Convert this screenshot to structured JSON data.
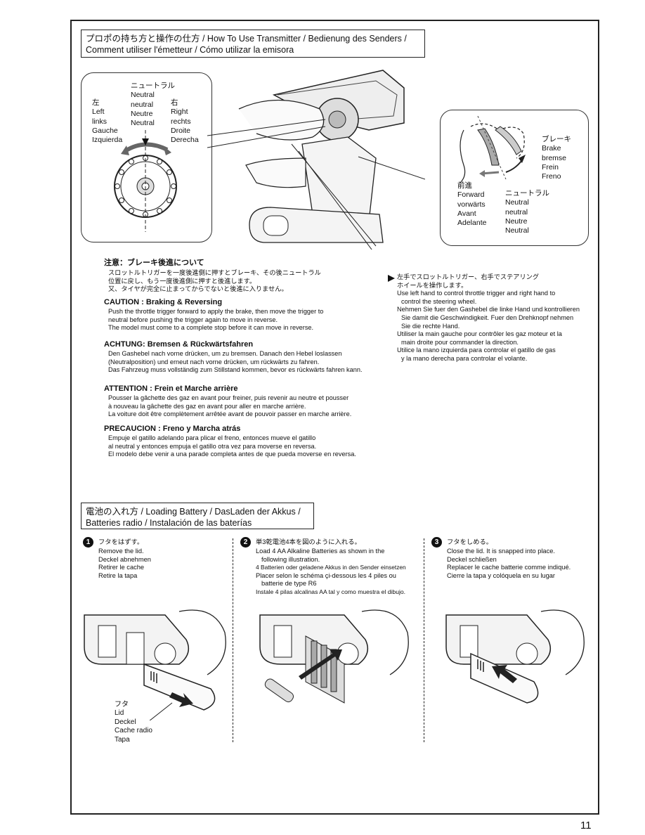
{
  "section1": {
    "title_line1": "プロポの持ち方と操作の仕方 /  How To Use Transmitter / Bedienung des Senders /",
    "title_line2": "Comment utiliser l'émetteur / Cómo utilizar la emisora"
  },
  "wheel_diagram": {
    "neutral": [
      "ニュートラル",
      "Neutral",
      "neutral",
      "Neutre",
      "Neutral"
    ],
    "left": [
      "左",
      "Left",
      "links",
      "Gauche",
      "Izquierda"
    ],
    "right": [
      "右",
      "Right",
      "rechts",
      "Droite",
      "Derecha"
    ]
  },
  "trigger_diagram": {
    "brake": [
      "ブレーキ",
      "Brake",
      "bremse",
      "Frein",
      "Freno"
    ],
    "forward": [
      "前進",
      "Forward",
      "vorwärts",
      "Avant",
      "Adelante"
    ],
    "neutral": [
      "ニュートラル",
      "Neutral",
      "neutral",
      "Neutre",
      "Neutral"
    ]
  },
  "hand_note": [
    "左手でスロットルトリガー、右手でステアリング",
    "ホイールを操作します。",
    "Use left hand to control throttle trigger and right hand to",
    "control the steering wheel.",
    "Nehmen Sie fuer den Gashebel die linke Hand und kontrollieren",
    "Sie damit die Geschwindigkeit. Fuer den Drehknopf nehmen",
    "Sie die rechte Hand.",
    "Utiliser la main gauche pour contrôler les gaz moteur et la",
    "main droite pour commander la direction.",
    "Utilice la mano izquierda para controlar el gatillo de gas",
    "y la mano derecha para controlar el volante."
  ],
  "cautions": [
    {
      "heading": "注意：ブレーキ後進について",
      "lines": [
        "スロットルトリガーを一度後進側に押すとブレーキ、その後ニュートラル",
        "位置に戻し、もう一度後進側に押すと後進します。",
        "又、タイヤが完全に止まってからでないと後進に入りません。"
      ]
    },
    {
      "heading": "CAUTION : Braking & Reversing",
      "lines": [
        "Push the throttle trigger forward to apply the brake, then move the trigger to",
        "neutral before pushing the trigger again to move in reverse.",
        "The model must come to a complete stop before it can move in reverse."
      ]
    },
    {
      "heading": "ACHTUNG: Bremsen & Rückwärtsfahren",
      "lines": [
        "Den Gashebel nach vorne drücken, um zu bremsen. Danach den Hebel loslassen",
        "(Neutralposition) und erneut nach vorne drücken, um rückwärts zu fahren.",
        "Das Fahrzeug muss vollständig zum Stillstand kommen, bevor es rückwärts fahren kann."
      ]
    },
    {
      "heading": "ATTENTION : Frein et Marche arrière",
      "lines": [
        "Pousser la gâchette des gaz en avant pour freiner, puis revenir au neutre et pousser",
        "à nouveau la gâchette des gaz en avant pour aller en marche arrière.",
        "La voiture doit être complètement arrêtée avant de pouvoir passer en marche arrière."
      ]
    },
    {
      "heading": "PRECAUCION : Freno y Marcha atrás",
      "lines": [
        "Empuje el gatillo adelando para plicar el freno, entonces mueve el gatillo",
        "al neutral y entonces empuja el gatillo otra vez para moverse en reversa.",
        "El modelo debe venir a una parade completa antes de que pueda moverse en reversa."
      ]
    }
  ],
  "section2": {
    "title_line1": "電池の入れ方 /  Loading Battery / DasLaden der Akkus /",
    "title_line2": "Batteries radio / Instalación de las baterías"
  },
  "steps": [
    {
      "number": "1",
      "lines": [
        "フタをはずす。",
        "Remove the lid.",
        "Deckel abnehmen",
        "Retirer le cache",
        "Retire la tapa"
      ]
    },
    {
      "number": "2",
      "lines": [
        "単3乾電池4本を図のように入れる。",
        "Load 4 AA Alkaline Batteries as shown in the",
        "following illustration.",
        "4 Batterien oder geladene Akkus in den Sender einsetzen",
        "Placer selon le schéma çi-dessous les 4 piles ou",
        "batterie de type R6",
        "Instale 4 pilas  alcalinas AA tal y como muestra el dibujo."
      ]
    },
    {
      "number": "3",
      "lines": [
        "フタをしめる。",
        "Close the lid. It is snapped into place.",
        "Deckel schließen",
        "Replacer le cache batterie comme indiqué.",
        "Cierre la tapa y colóquela en su lugar"
      ]
    }
  ],
  "lid_label": [
    "フタ",
    "Lid",
    "Deckel",
    "Cache radio",
    "Tapa"
  ],
  "page_number": "11"
}
